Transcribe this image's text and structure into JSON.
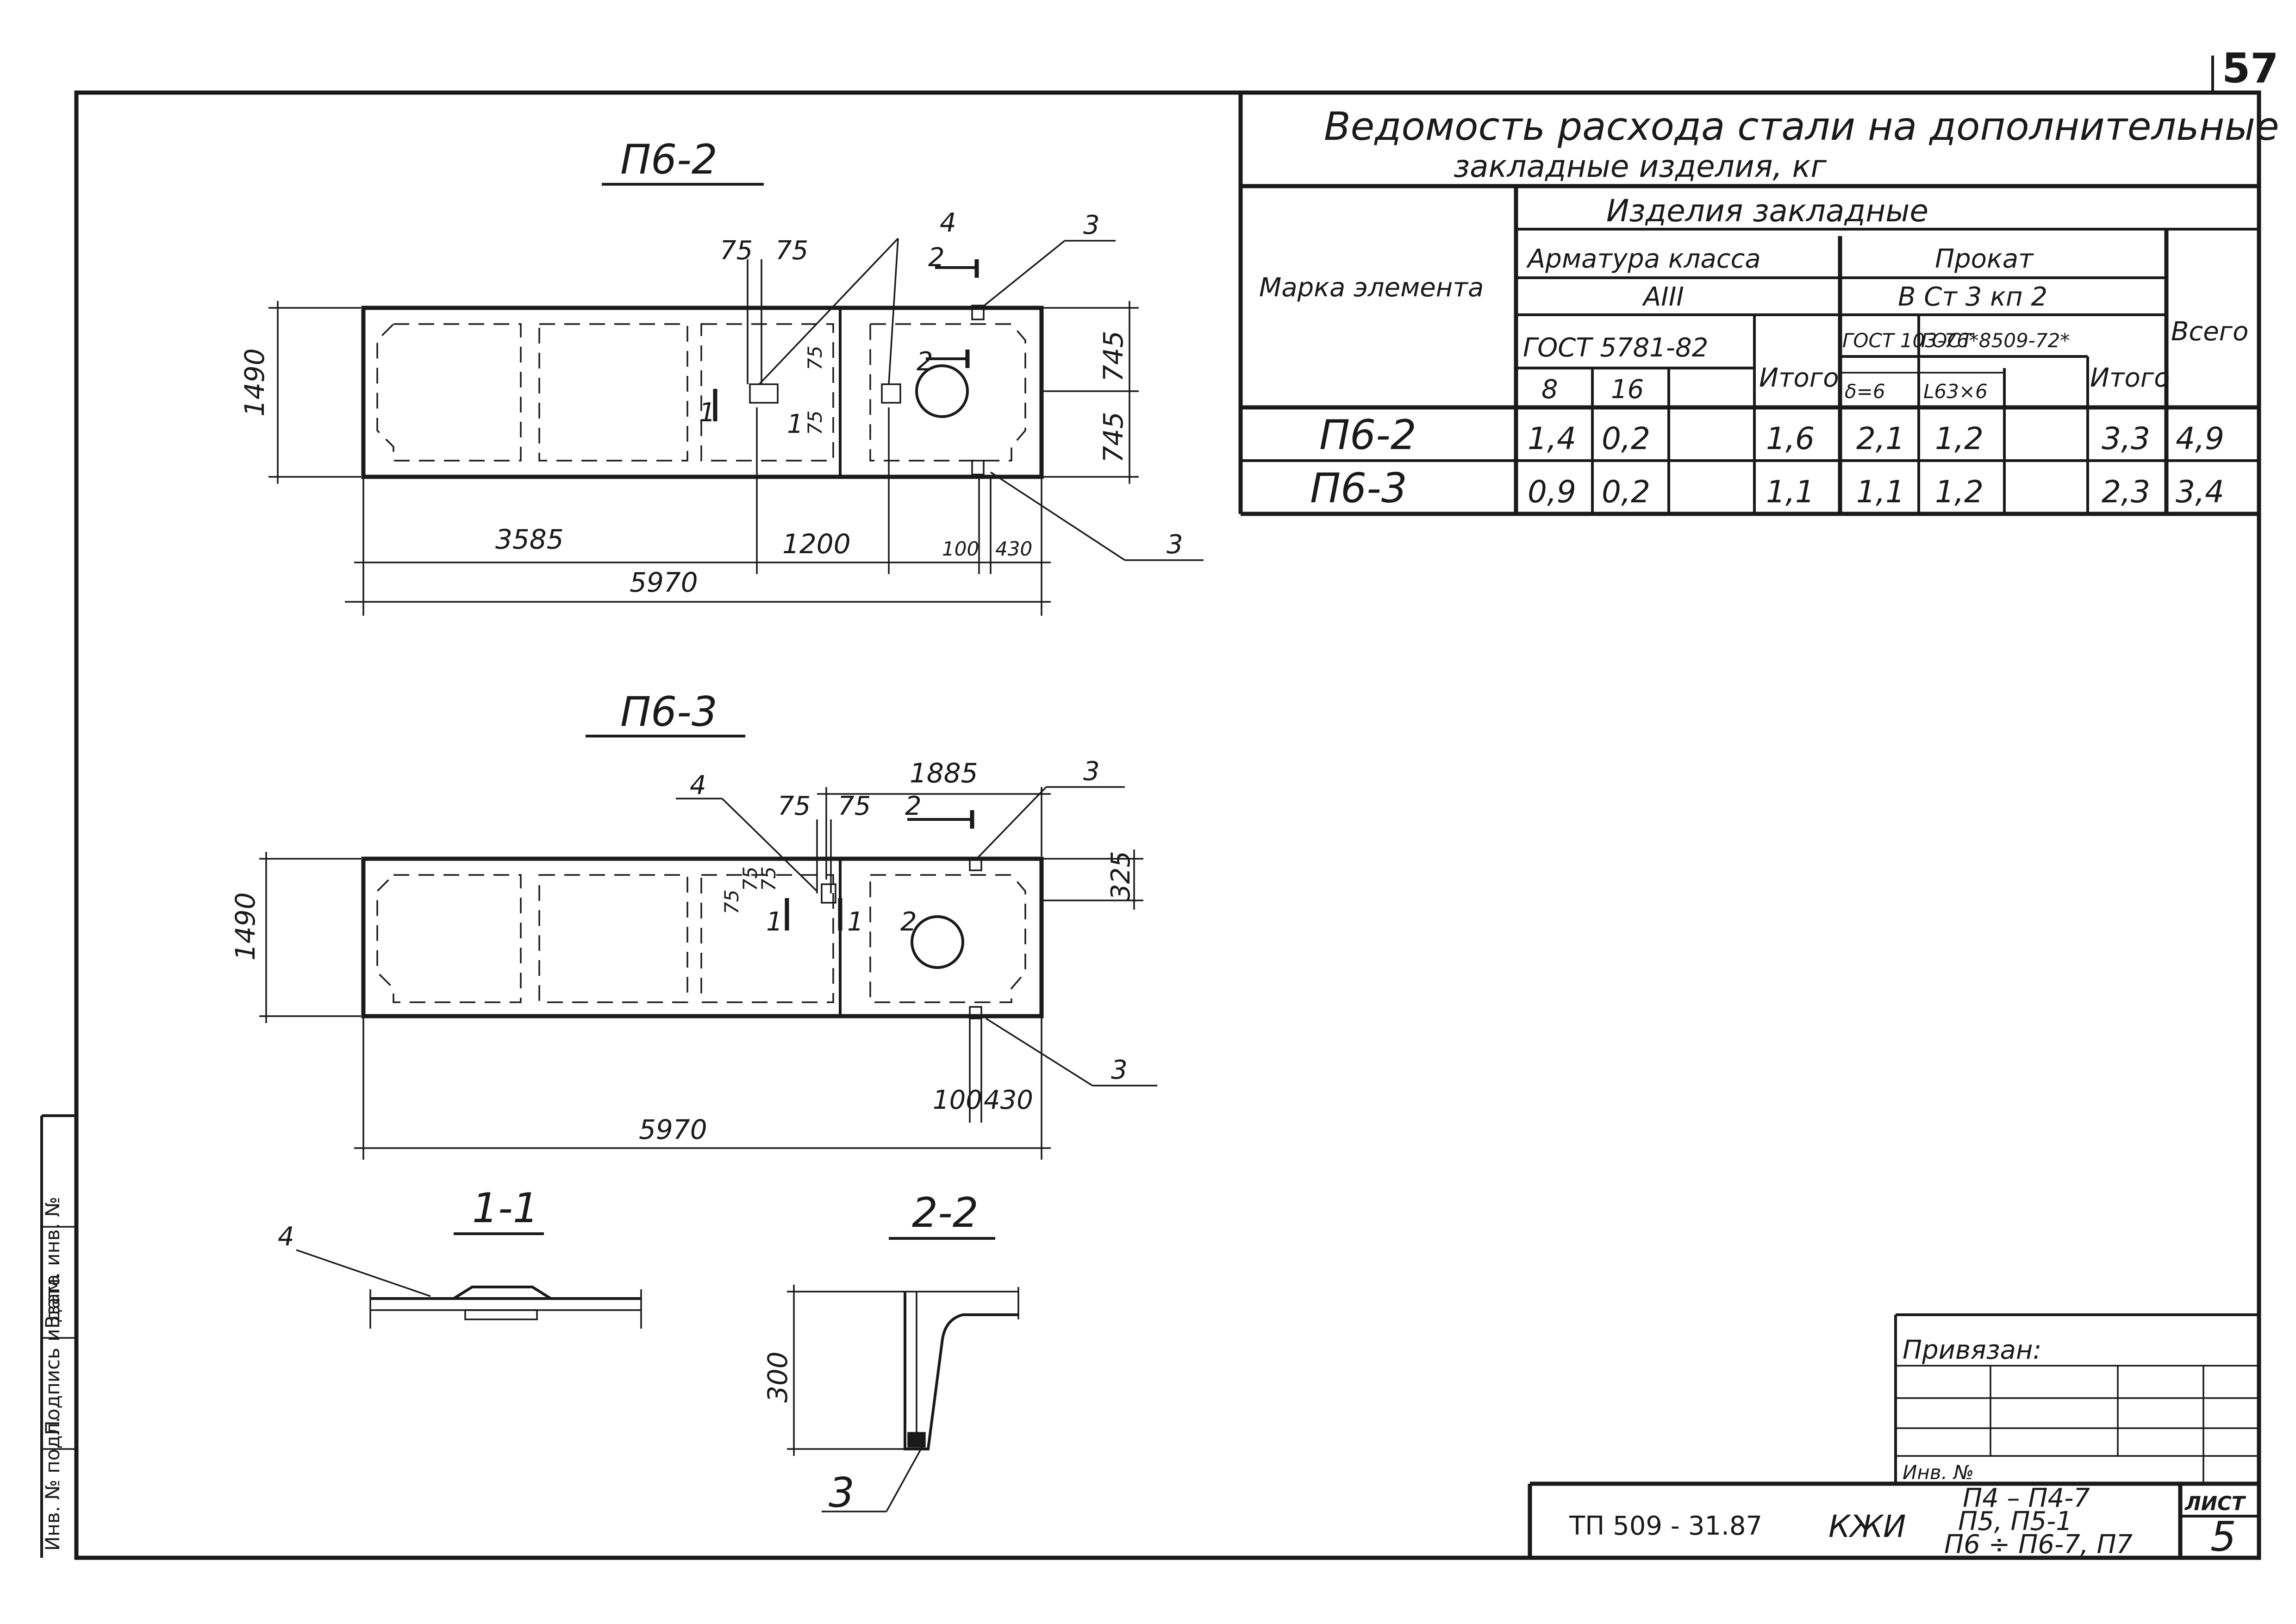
{
  "sheet": {
    "page_number": "57",
    "sheet_label": "ЛИСТ",
    "sheet_number": "5",
    "doc_code": "ТП 509 - 31.87",
    "doc_type": "КЖИ",
    "product_line1": "П4 – П4-7",
    "product_line2": "П5, П5-1",
    "product_line3": "П6 ÷ П6-7, П7",
    "privyazan_label": "Привязан:",
    "inv_label": "Инв. №",
    "side_labels": [
      "Инв. № подл.",
      "Подпись и дата",
      "Взам. инв. №"
    ]
  },
  "table": {
    "title_line1": "Ведомость расхода стали на дополнительные",
    "title_line2": "закладные изделия, кг",
    "col_mark": "Марка элемента",
    "group_header": "Изделия закладные",
    "armatura_header": "Арматура класса",
    "armatura_class": "AIII",
    "armatura_gost": "ГОСТ 5781-82",
    "prokat_header": "Прокат",
    "prokat_steel": "В Ст 3 кп 2",
    "prokat_gost1": "ГОСТ 103-76*",
    "prokat_gost2": "ГОСТ 8509-72*",
    "itogo": "Итого",
    "vsego": "Всего",
    "sub_cols": [
      "8",
      "16",
      "",
      "δ=6",
      "L63×6",
      ""
    ],
    "rows": [
      {
        "mark": "П6-2",
        "values": [
          "1,4",
          "0,2",
          "",
          "1,6",
          "2,1",
          "1,2",
          "",
          "3,3",
          "4,9"
        ]
      },
      {
        "mark": "П6-3",
        "values": [
          "0,9",
          "0,2",
          "",
          "1,1",
          "1,1",
          "1,2",
          "",
          "2,3",
          "3,4"
        ]
      }
    ]
  },
  "drawings": {
    "p62": {
      "title": "П6-2",
      "dims": {
        "height": "1490",
        "top_h": "745",
        "bot_h": "745",
        "d1": "3585",
        "d2": "1200",
        "d3": "100",
        "d4": "430",
        "overall": "5970",
        "s1": "75",
        "s2": "75",
        "s3": "75",
        "s4": "75"
      },
      "callouts": {
        "c4": "4",
        "c3a": "3",
        "c3b": "3",
        "sec2": "2",
        "sec2b": "2",
        "sec1a": "1",
        "sec1b": "1"
      }
    },
    "p63": {
      "title": "П6-3",
      "dims": {
        "height": "1490",
        "top_h": "325",
        "top": "1885",
        "d3": "100",
        "d4": "430",
        "overall": "5970",
        "s1": "75",
        "s2": "75",
        "s3": "75",
        "s4": "75",
        "s5": "75"
      },
      "callouts": {
        "c4": "4",
        "c3a": "3",
        "c3b": "3",
        "sec2": "2",
        "sec2b": "2",
        "sec1a": "1",
        "sec1b": "1"
      }
    },
    "section11": {
      "title": "1-1",
      "callout": "4"
    },
    "section22": {
      "title": "2-2",
      "height": "300",
      "callout": "3"
    }
  }
}
